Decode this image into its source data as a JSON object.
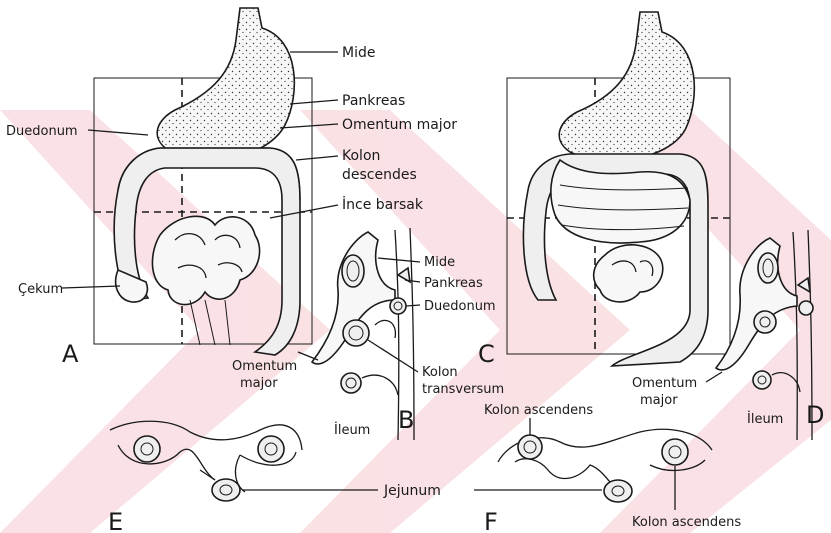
{
  "watermark_color": "#f5c9cf",
  "labels": {
    "mide": "Mide",
    "pankreas": "Pankreas",
    "omentum_major_a": "Omentum major",
    "kolon_descendes_1": "Kolon",
    "kolon_descendes_2": "descendes",
    "ince_barsak": "İnce barsak",
    "duedonum_a": "Duedonum",
    "cekum": "Çekum",
    "mide_b": "Mide",
    "pankreas_b": "Pankreas",
    "duedonum_b": "Duedonum",
    "omentum_b_1": "Omentum",
    "omentum_b_2": "major",
    "kolon_transversum_1": "Kolon",
    "kolon_transversum_2": "transversum",
    "ileum_b": "İleum",
    "omentum_d_1": "Omentum",
    "omentum_d_2": "major",
    "ileum_d": "İleum",
    "kolon_ascendens_top": "Kolon ascendens",
    "jejunum": "Jejunum",
    "kolon_ascendens_bottom": "Kolon ascendens"
  },
  "panel_letters": {
    "a": "A",
    "b": "B",
    "c": "C",
    "d": "D",
    "e": "E",
    "f": "F"
  }
}
